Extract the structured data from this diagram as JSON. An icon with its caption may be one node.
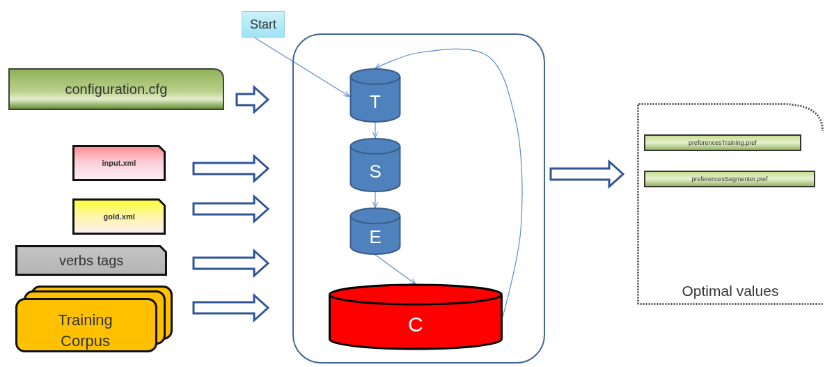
{
  "diagram": {
    "nodes": [
      {
        "text": [
          "Start"
        ]
      },
      {
        "text": [
          "configuration.cfg"
        ]
      },
      {
        "text": [
          "input.xml"
        ]
      },
      {
        "text": [
          "gold.xml"
        ]
      },
      {
        "text": [
          "verbs tags"
        ]
      },
      {
        "text": [
          "Training Corpus"
        ]
      },
      {
        "text": [],
        "shape": "box"
      },
      {
        "text": [
          "T"
        ],
        "in": 6
      },
      {
        "text": [
          "S"
        ],
        "in": 6
      },
      {
        "text": [
          "E"
        ],
        "in": 6
      },
      {
        "text": [
          "C"
        ],
        "in": 6
      },
      {
        "text": [
          "Optimal values"
        ]
      },
      {
        "text": [
          "preferencesTraining.pref"
        ],
        "in": 11
      },
      {
        "text": [
          "preferencesSegmenter.pref"
        ],
        "in": 11
      }
    ],
    "edges": [
      {
        "from": 0,
        "to": 7,
        "arrow": "to"
      },
      {
        "from": 7,
        "to": 8,
        "arrow": "to"
      },
      {
        "from": 8,
        "to": 9,
        "arrow": "to"
      },
      {
        "from": 9,
        "to": 10,
        "arrow": "to"
      },
      {
        "from": 10,
        "to": 7,
        "arrow": "to"
      },
      {
        "from": 1,
        "to": 6,
        "arrow": "to",
        "style": "thick"
      },
      {
        "from": 2,
        "to": 6,
        "arrow": "to",
        "style": "thick"
      },
      {
        "from": 3,
        "to": 6,
        "arrow": "to",
        "style": "thick"
      },
      {
        "from": 4,
        "to": 6,
        "arrow": "to",
        "style": "thick"
      },
      {
        "from": 5,
        "to": 6,
        "arrow": "to",
        "style": "thick"
      },
      {
        "from": 6,
        "to": 11,
        "arrow": "to",
        "style": "thick"
      }
    ]
  }
}
